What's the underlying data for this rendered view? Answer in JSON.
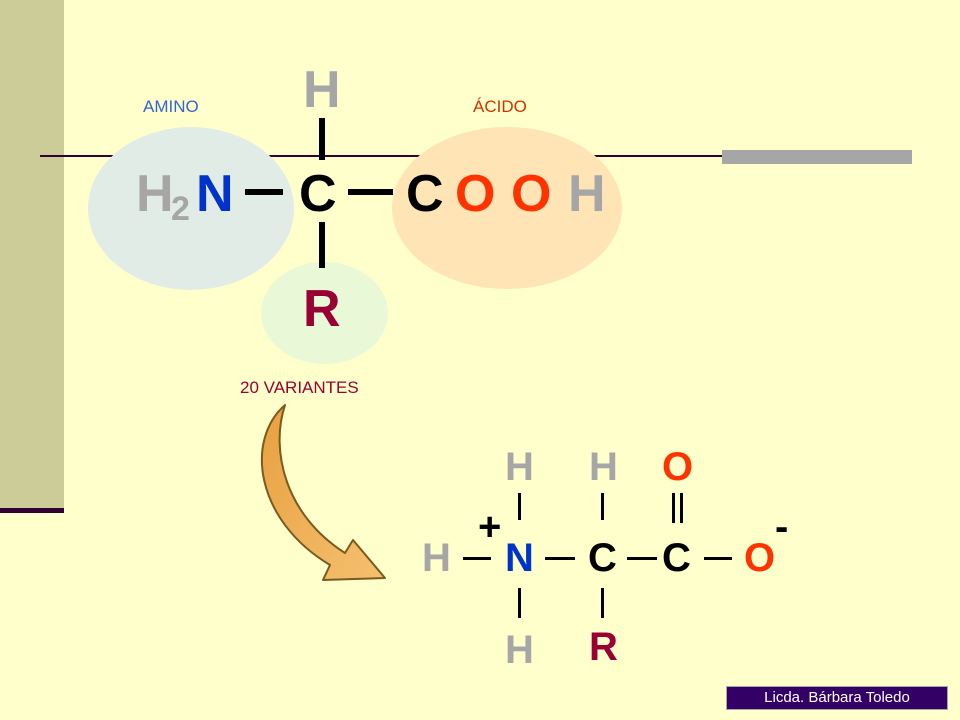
{
  "colors": {
    "background": "#FFFFCC",
    "side_bar": "#CCCC99",
    "dark_line": "#330033",
    "blue_atom": "#0033CC",
    "black_atom": "#000000",
    "grey_atom": "#A6A6A6",
    "red_atom": "#FF3300",
    "r_group": "#990033",
    "amino_label": "#3366CC",
    "acid_label": "#CC3300",
    "footer_bg": "#330066"
  },
  "labels": {
    "amino": "AMINO",
    "acido": "ÁCIDO",
    "variantes": "20 VARIANTES"
  },
  "top_structure": {
    "h_top": "H",
    "h2": "H",
    "subscript_2": "2",
    "n": "N",
    "c_alpha": "C",
    "c_carboxyl": "C",
    "o1": "O",
    "o2": "O",
    "h_acid": "H",
    "r": "R"
  },
  "zwitterion": {
    "h_top_n": "H",
    "h_top_c": "H",
    "o_top": "O",
    "plus": "+",
    "minus": "-",
    "h_left": "H",
    "n": "N",
    "c_alpha": "C",
    "c_carboxyl": "C",
    "o_right": "O",
    "h_bottom": "H",
    "r": "R"
  },
  "footer": {
    "author": "Licda. Bárbara Toledo"
  }
}
